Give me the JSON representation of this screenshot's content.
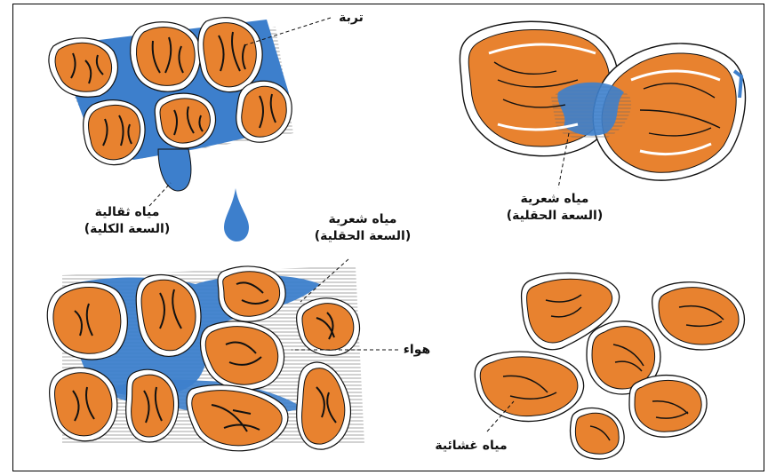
{
  "labels": {
    "soil": "تربة",
    "gravity_water": "مياه ثقالية",
    "gravity_capacity": "(السعة الكلية)",
    "capillary_water_left": "مياه شعرية",
    "field_capacity_left": "(السعة الحقلية)",
    "capillary_water_right": "مياه شعرية",
    "field_capacity_right": "(السعة الحقلية)",
    "air": "هواء",
    "film_water": "مياه غشائية"
  },
  "colors": {
    "soil": "#e8822f",
    "water": "#3d7fcc",
    "outline": "#111111",
    "background": "#ffffff"
  }
}
